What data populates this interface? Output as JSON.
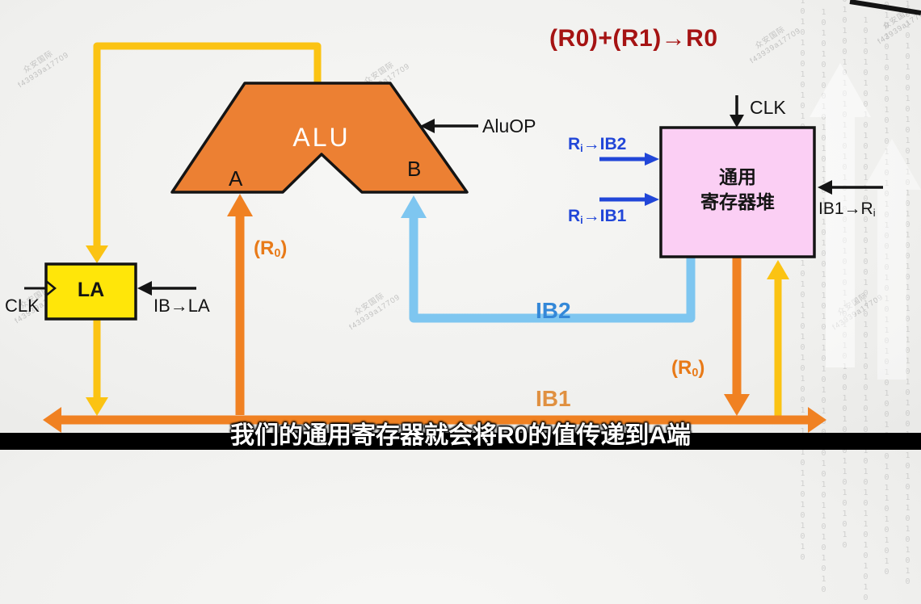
{
  "title_expression": "(R0)+(R1)→R0",
  "alu": {
    "label": "ALU",
    "port_a": "A",
    "port_b": "B",
    "op_label": "AluOP"
  },
  "register_file": {
    "name_line1": "通用",
    "name_line2": "寄存器堆",
    "clk_label": "CLK",
    "read2": {
      "base": "R",
      "sub": "i",
      "rest": "→IB2"
    },
    "read1": {
      "base": "R",
      "sub": "i",
      "rest": "→IB1"
    },
    "write": {
      "pre": "IB1→R",
      "sub": "i"
    }
  },
  "la_register": {
    "label": "LA",
    "clk_label": "CLK",
    "in_label": "IB→LA"
  },
  "bus_labels": {
    "ib2": "IB2",
    "ib1": "IB1",
    "r0_to_a": {
      "pre": "(R",
      "sub": "0",
      "post": ")"
    },
    "r0_to_bus": {
      "pre": "(R",
      "sub": "0",
      "post": ")"
    }
  },
  "subtitle": "我们的通用寄存器就会将R0的值传递到A端",
  "watermark": {
    "line1": "众安国际",
    "line2": "f43939a17709"
  },
  "background_binary": "10101010010101011010101001010101101010100101010110101010",
  "colors": {
    "alu_fill": "#EC8033",
    "register_fill": "#FBCFF4",
    "la_fill": "#FFE609",
    "orange": "#F08122",
    "yellow": "#FBC313",
    "blue_path": "#7EC6F0",
    "blue_text": "#2146D8",
    "blue_label": "#3488D8",
    "orange_label": "#E09040",
    "r0_label": "#E87A18",
    "red_text": "#A51313"
  }
}
